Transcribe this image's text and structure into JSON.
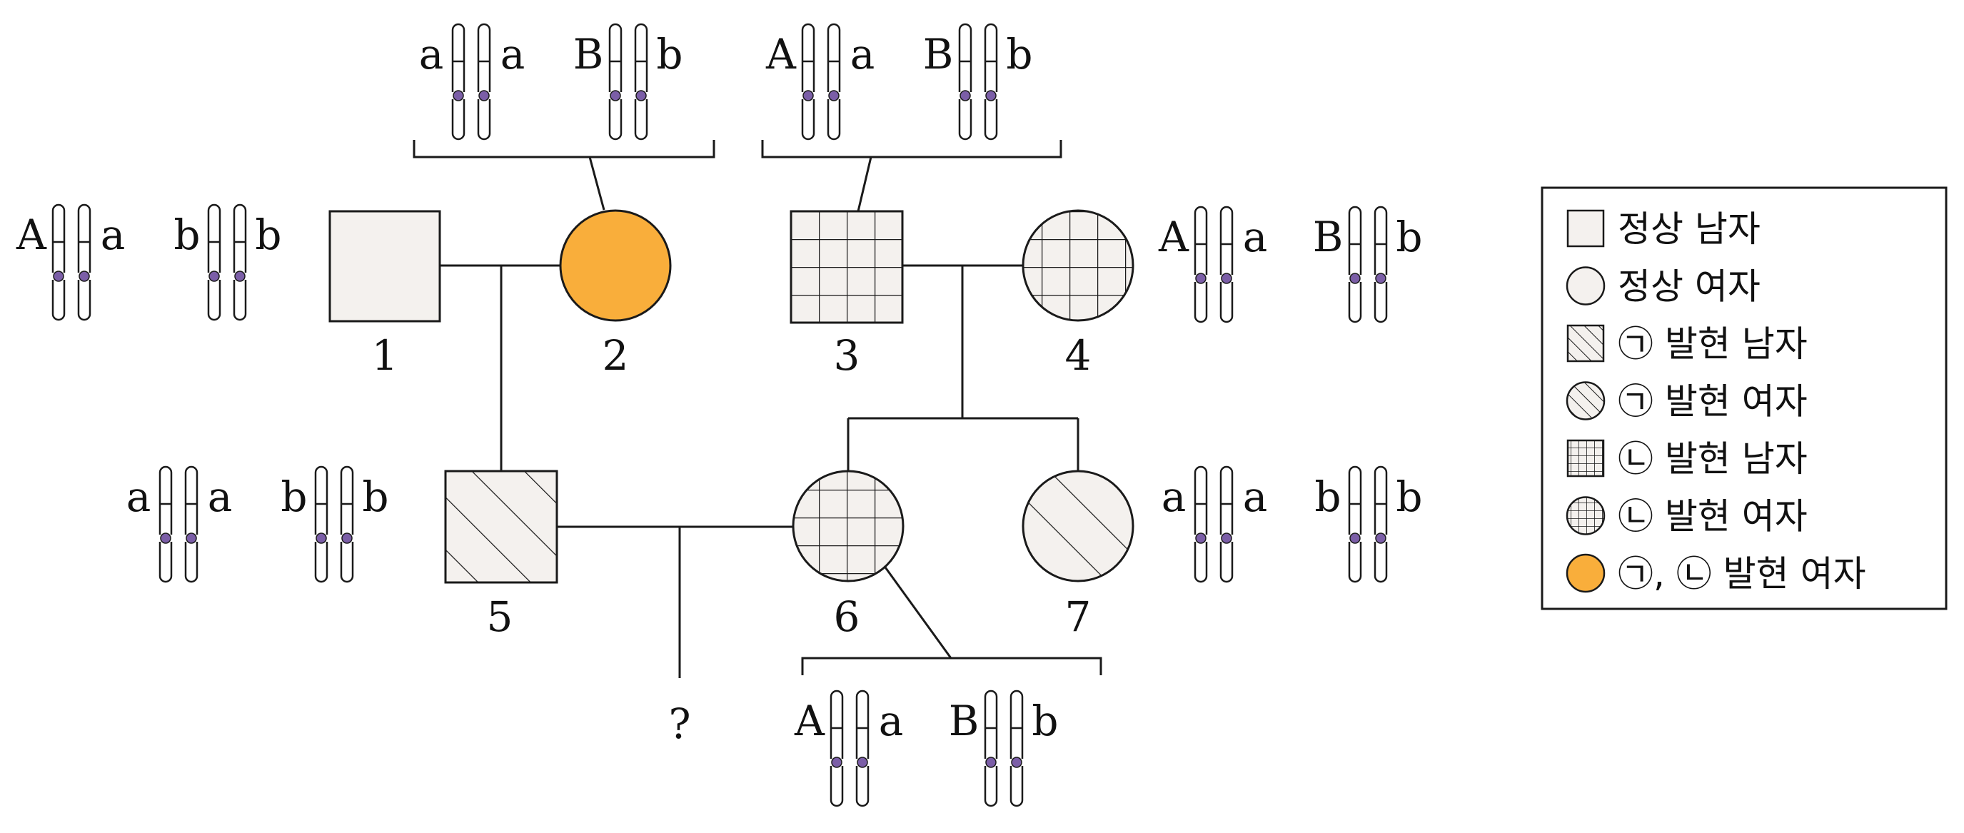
{
  "colors": {
    "line": "#1a1a1a",
    "symbol_fill": "#f4f1ee",
    "trait_both": "#f9ae3b",
    "centromere": "#7b5ea7",
    "background": "#ffffff"
  },
  "individuals": [
    {
      "id": "1",
      "label": "1",
      "sex": "male",
      "phenotype": "normal"
    },
    {
      "id": "2",
      "label": "2",
      "sex": "female",
      "phenotype": "both"
    },
    {
      "id": "3",
      "label": "3",
      "sex": "male",
      "phenotype": "trait2"
    },
    {
      "id": "4",
      "label": "4",
      "sex": "female",
      "phenotype": "trait2"
    },
    {
      "id": "5",
      "label": "5",
      "sex": "male",
      "phenotype": "trait1"
    },
    {
      "id": "6",
      "label": "6",
      "sex": "female",
      "phenotype": "trait2"
    },
    {
      "id": "7",
      "label": "7",
      "sex": "female",
      "phenotype": "trait1"
    }
  ],
  "unknown_child": {
    "label": "?"
  },
  "genotypes": [
    {
      "owner": "1",
      "pairs": [
        {
          "left": "A",
          "right": "a"
        },
        {
          "left": "b",
          "right": "b"
        }
      ]
    },
    {
      "owner": "2",
      "pairs": [
        {
          "left": "a",
          "right": "a"
        },
        {
          "left": "B",
          "right": "b"
        }
      ]
    },
    {
      "owner": "3",
      "pairs": [
        {
          "left": "A",
          "right": "a"
        },
        {
          "left": "B",
          "right": "b"
        }
      ]
    },
    {
      "owner": "4",
      "pairs": [
        {
          "left": "A",
          "right": "a"
        },
        {
          "left": "B",
          "right": "b"
        }
      ]
    },
    {
      "owner": "5",
      "pairs": [
        {
          "left": "a",
          "right": "a"
        },
        {
          "left": "b",
          "right": "b"
        }
      ]
    },
    {
      "owner": "6",
      "pairs": [
        {
          "left": "A",
          "right": "a"
        },
        {
          "left": "B",
          "right": "b"
        }
      ]
    },
    {
      "owner": "7",
      "pairs": [
        {
          "left": "a",
          "right": "a"
        },
        {
          "left": "b",
          "right": "b"
        }
      ]
    }
  ],
  "legend": [
    {
      "symbol": "square",
      "pattern": "plain",
      "text": "정상 남자"
    },
    {
      "symbol": "circle",
      "pattern": "plain",
      "text": "정상 여자"
    },
    {
      "symbol": "square",
      "pattern": "hatch",
      "text": "㉠ 발현 남자"
    },
    {
      "symbol": "circle",
      "pattern": "hatch",
      "text": "㉠ 발현 여자"
    },
    {
      "symbol": "square",
      "pattern": "grid",
      "text": "㉡ 발현 남자"
    },
    {
      "symbol": "circle",
      "pattern": "grid",
      "text": "㉡ 발현 여자"
    },
    {
      "symbol": "circle",
      "pattern": "orange",
      "text": "㉠, ㉡ 발현 여자"
    }
  ]
}
